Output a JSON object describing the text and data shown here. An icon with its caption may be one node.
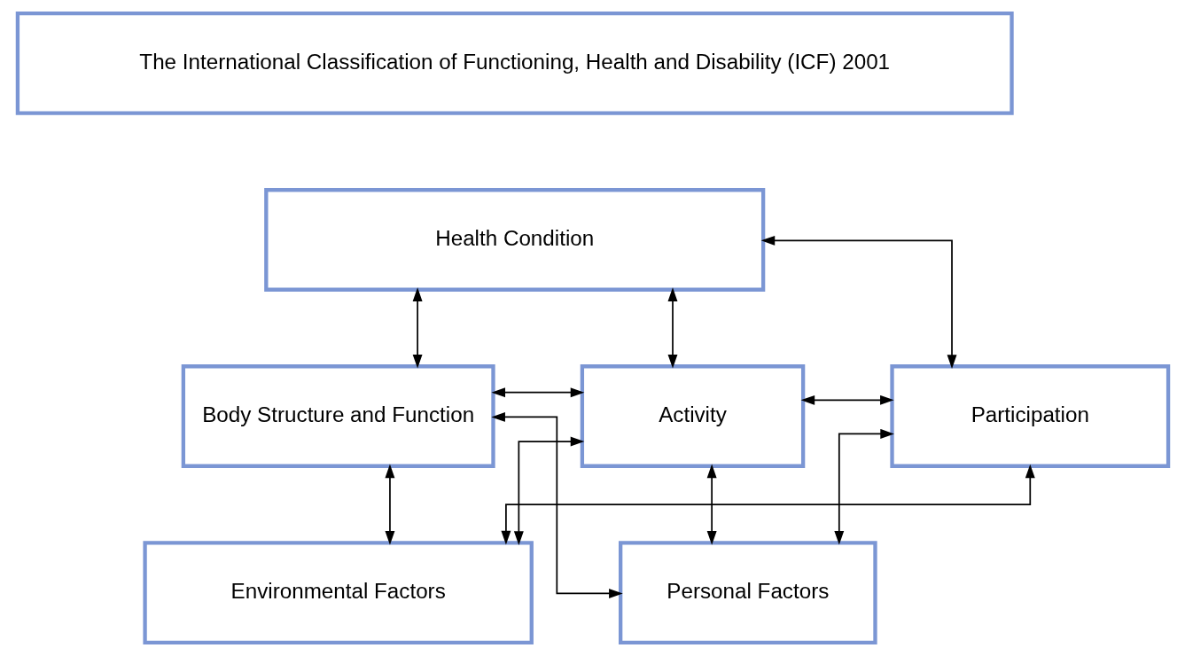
{
  "diagram": {
    "nodes": [
      {
        "text": [
          "The International Classification of Functioning, Health and Disability (ICF) 2001"
        ]
      },
      {
        "text": [
          "Health Condition"
        ]
      },
      {
        "text": [
          "Body Structure and Function"
        ]
      },
      {
        "text": [
          "Activity"
        ]
      },
      {
        "text": [
          "Participation"
        ]
      },
      {
        "text": [
          "Environmental Factors"
        ]
      },
      {
        "text": [
          "Personal Factors"
        ]
      }
    ],
    "edges": [
      {
        "from": 1,
        "to": 3,
        "arrow": "both"
      },
      {
        "from": 1,
        "to": 2,
        "arrow": "both"
      },
      {
        "from": 1,
        "to": 4,
        "arrow": "both"
      },
      {
        "from": 2,
        "to": 3,
        "arrow": "both"
      },
      {
        "from": 3,
        "to": 4,
        "arrow": "both"
      },
      {
        "from": 5,
        "to": 2,
        "arrow": "both"
      },
      {
        "from": 5,
        "to": 3,
        "arrow": "both"
      },
      {
        "from": 5,
        "to": 4,
        "arrow": "both"
      },
      {
        "from": 6,
        "to": 2,
        "arrow": "both"
      },
      {
        "from": 6,
        "to": 3,
        "arrow": "both"
      },
      {
        "from": 6,
        "to": 4,
        "arrow": "both"
      }
    ]
  }
}
